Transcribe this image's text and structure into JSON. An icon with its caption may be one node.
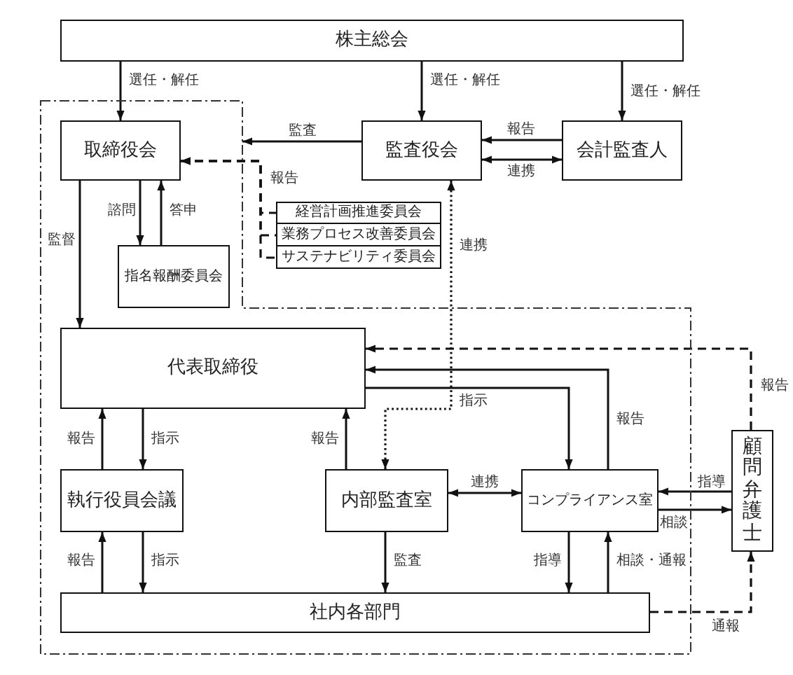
{
  "diagram": {
    "nodes": [
      {
        "text": [
          "株主総会"
        ]
      },
      {
        "text": [],
        "shape": "box"
      },
      {
        "text": [
          "取締役会"
        ],
        "in": 1
      },
      {
        "text": [
          "監査役会"
        ]
      },
      {
        "text": [
          "会計監査人"
        ]
      },
      {
        "text": [
          "経営計画推進委員会"
        ]
      },
      {
        "text": [
          "業務プロセス改善委員会"
        ]
      },
      {
        "text": [
          "サステナビリティ委員会"
        ]
      },
      {
        "text": [
          "指名報酬委員会"
        ],
        "in": 1
      },
      {
        "text": [
          "代表取締役"
        ],
        "in": 1
      },
      {
        "text": [
          "執行役員会議"
        ],
        "in": 1
      },
      {
        "text": [
          "内部監査室"
        ],
        "in": 1
      },
      {
        "text": [
          "コンプライアンス室"
        ],
        "in": 1
      },
      {
        "text": [
          "顧問弁護士"
        ]
      },
      {
        "text": [
          "社内各部門"
        ],
        "in": 1
      }
    ],
    "edges": [
      {
        "from": 0,
        "to": 2,
        "arrow": "to",
        "label": "選任・解任"
      },
      {
        "from": 0,
        "to": 3,
        "arrow": "to",
        "label": "選任・解任"
      },
      {
        "from": 0,
        "to": 4,
        "arrow": "to",
        "label": "選任・解任"
      },
      {
        "from": 3,
        "to": 1,
        "arrow": "to",
        "label": "監査"
      },
      {
        "from": 4,
        "to": 3,
        "arrow": "to",
        "label": "報告"
      },
      {
        "from": 3,
        "to": 4,
        "arrow": "both",
        "label": "連携"
      },
      {
        "from": 5,
        "to": 2,
        "arrow": "to",
        "label": "報告",
        "style": "dashed"
      },
      {
        "from": 6,
        "to": 2,
        "arrow": "to",
        "style": "dashed"
      },
      {
        "from": 7,
        "to": 2,
        "arrow": "to",
        "style": "dashed"
      },
      {
        "from": 2,
        "to": 8,
        "arrow": "to",
        "label": "諮問"
      },
      {
        "from": 8,
        "to": 2,
        "arrow": "to",
        "label": "答申"
      },
      {
        "from": 2,
        "to": 9,
        "arrow": "to",
        "label": "監督"
      },
      {
        "from": 3,
        "to": 11,
        "arrow": "both",
        "label": "連携",
        "style": "dashed"
      },
      {
        "from": 9,
        "to": 10,
        "arrow": "to",
        "label": "指示"
      },
      {
        "from": 10,
        "to": 9,
        "arrow": "to",
        "label": "報告"
      },
      {
        "from": 11,
        "to": 9,
        "arrow": "to",
        "label": "報告"
      },
      {
        "from": 9,
        "to": 12,
        "arrow": "to",
        "label": "指示"
      },
      {
        "from": 12,
        "to": 9,
        "arrow": "to",
        "label": "報告"
      },
      {
        "from": 13,
        "to": 9,
        "arrow": "to",
        "label": "報告",
        "style": "dashed"
      },
      {
        "from": 10,
        "to": 14,
        "arrow": "to",
        "label": "指示"
      },
      {
        "from": 14,
        "to": 10,
        "arrow": "to",
        "label": "報告"
      },
      {
        "from": 11,
        "to": 14,
        "arrow": "to",
        "label": "監査"
      },
      {
        "from": 11,
        "to": 12,
        "arrow": "both",
        "label": "連携"
      },
      {
        "from": 12,
        "to": 14,
        "arrow": "to",
        "label": "指導"
      },
      {
        "from": 14,
        "to": 12,
        "arrow": "to",
        "label": "相談・通報"
      },
      {
        "from": 13,
        "to": 12,
        "arrow": "to",
        "label": "指導"
      },
      {
        "from": 12,
        "to": 13,
        "arrow": "to",
        "label": "相談"
      },
      {
        "from": 14,
        "to": 13,
        "arrow": "to",
        "label": "通報",
        "style": "dashed"
      }
    ]
  }
}
